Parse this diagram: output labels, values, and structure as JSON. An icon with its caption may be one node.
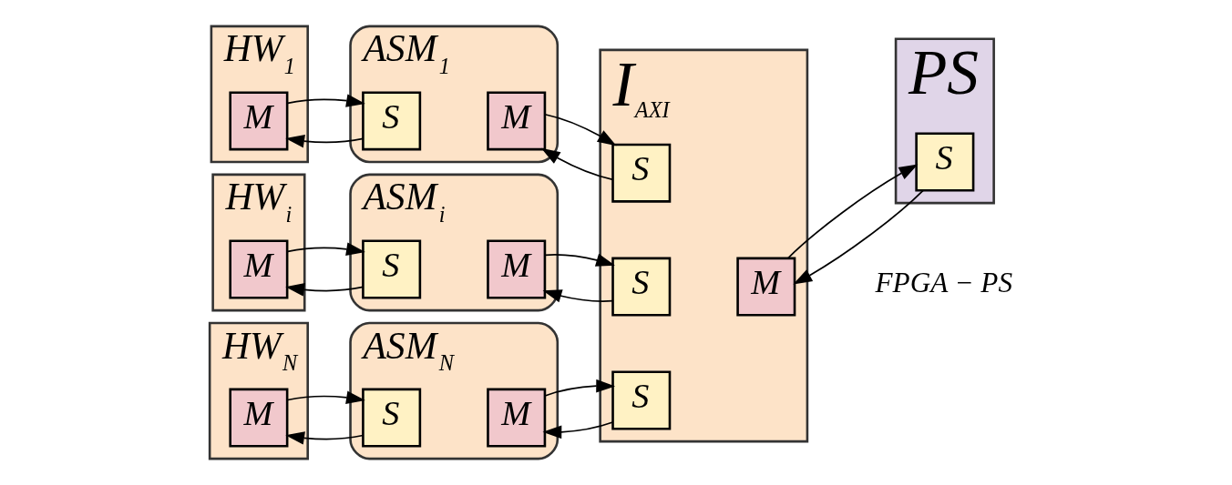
{
  "diagram": {
    "nodes": [
      {
        "text": [
          "HW$_{1}$"
        ]
      },
      {
        "text": [
          "M"
        ],
        "in": 0
      },
      {
        "text": [
          "ASM$_{1}$"
        ]
      },
      {
        "text": [
          "S"
        ],
        "in": 2
      },
      {
        "text": [
          "M"
        ],
        "in": 2
      },
      {
        "text": [
          "HW$_{i}$"
        ]
      },
      {
        "text": [
          "M"
        ],
        "in": 5
      },
      {
        "text": [
          "ASM$_{i}$"
        ]
      },
      {
        "text": [
          "S"
        ],
        "in": 7
      },
      {
        "text": [
          "M"
        ],
        "in": 7
      },
      {
        "text": [
          "HW$_{N}$"
        ]
      },
      {
        "text": [
          "M"
        ],
        "in": 10
      },
      {
        "text": [
          "ASM$_{N}$"
        ]
      },
      {
        "text": [
          "S"
        ],
        "in": 12
      },
      {
        "text": [
          "M"
        ],
        "in": 12
      },
      {
        "text": [
          "I$_{AXI}$"
        ]
      },
      {
        "text": [
          "S"
        ],
        "in": 15
      },
      {
        "text": [
          "S"
        ],
        "in": 15
      },
      {
        "text": [
          "S"
        ],
        "in": 15
      },
      {
        "text": [
          "M"
        ],
        "in": 15
      },
      {
        "text": [
          "PS"
        ]
      },
      {
        "text": [
          "S"
        ],
        "in": 20
      }
    ],
    "edges": [
      {
        "from": 1,
        "to": 3,
        "arrow": "to"
      },
      {
        "from": 3,
        "to": 1,
        "arrow": "to"
      },
      {
        "from": 4,
        "to": 16,
        "arrow": "to"
      },
      {
        "from": 16,
        "to": 4,
        "arrow": "to"
      },
      {
        "from": 6,
        "to": 8,
        "arrow": "to"
      },
      {
        "from": 8,
        "to": 6,
        "arrow": "to"
      },
      {
        "from": 9,
        "to": 17,
        "arrow": "to"
      },
      {
        "from": 17,
        "to": 9,
        "arrow": "to"
      },
      {
        "from": 11,
        "to": 13,
        "arrow": "to"
      },
      {
        "from": 13,
        "to": 11,
        "arrow": "to"
      },
      {
        "from": 14,
        "to": 18,
        "arrow": "to"
      },
      {
        "from": 18,
        "to": 14,
        "arrow": "to"
      },
      {
        "from": 19,
        "to": 21,
        "arrow": "to"
      },
      {
        "from": 21,
        "to": 19,
        "arrow": "to"
      }
    ],
    "labels": [
      "FPGA − PS"
    ]
  }
}
